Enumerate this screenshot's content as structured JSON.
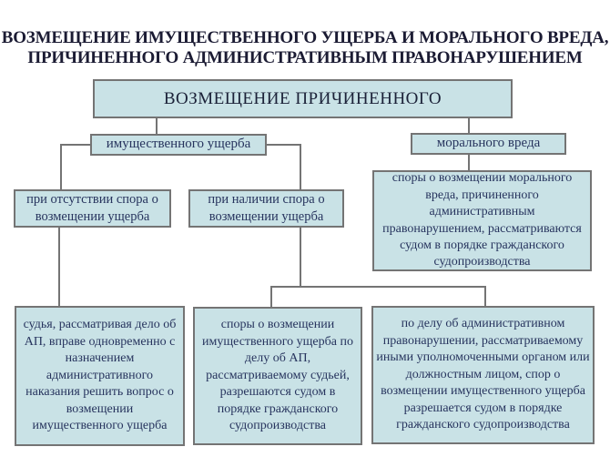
{
  "title": "ВОЗМЕЩЕНИЕ ИМУЩЕСТВЕННОГО УЩЕРБА И МОРАЛЬНОГО ВРЕДА, ПРИЧИНЕННОГО АДМИНИСТРАТИВНЫМ ПРАВОНАРУШЕНИЕМ",
  "colors": {
    "background": "#ffffff",
    "box_fill": "#c9e2e6",
    "box_border": "#747474",
    "connector": "#747474",
    "title_text": "#1b1b33",
    "box_text": "#27345e"
  },
  "diagram": {
    "root": {
      "label": "ВОЗМЕЩЕНИЕ ПРИЧИНЕННОГО"
    },
    "property_branch": {
      "label": "имущественного ущерба"
    },
    "moral_branch": {
      "label": "морального вреда"
    },
    "no_dispute": {
      "label": "при отсутствии спора о возмещении ущерба"
    },
    "dispute": {
      "label": "при наличии спора о возмещении ущерба"
    },
    "moral_disputes": {
      "label": "споры о возмещении морального вреда, причиненного административным правонарушением, рассматриваются судом в порядке гражданского судопроизводства"
    },
    "judge_decides": {
      "label": "судья, рассматривая дело об АП, вправе одновременно с назначением административного наказания решить вопрос о возмещении имущественного ущерба"
    },
    "property_disputes_judge": {
      "label": "споры о возмещении имущественного ущерба по делу об АП, рассматриваемому судьей, разрешаются судом в порядке гражданского судопроизводства"
    },
    "property_disputes_other": {
      "label": "по делу об административном правонарушении, рассматриваемому иными уполномоченными органом или должностным лицом, спор о возмещении имущественного ущерба разрешается судом в порядке гражданского судопроизводства"
    }
  }
}
